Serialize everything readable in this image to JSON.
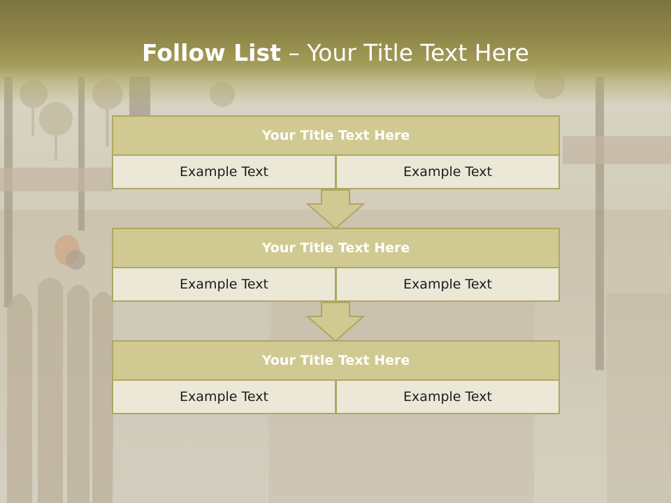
{
  "slide": {
    "title_bold": "Follow List",
    "title_rest": " – Your Title Text Here"
  },
  "blocks": [
    {
      "title": "Your Title Text Here",
      "left": "Example Text",
      "right": "Example Text"
    },
    {
      "title": "Your Title Text Here",
      "left": "Example Text",
      "right": "Example Text"
    },
    {
      "title": "Your Title Text Here",
      "left": "Example Text",
      "right": "Example Text"
    }
  ],
  "colors": {
    "title_band": "#8f8748",
    "header_fill": "#d0ca92",
    "border": "#aea764",
    "cell_fill": "#ebe8d8",
    "arrow_fill": "#d0ca92"
  },
  "icons": [
    "down-arrow-icon",
    "down-arrow-icon"
  ]
}
